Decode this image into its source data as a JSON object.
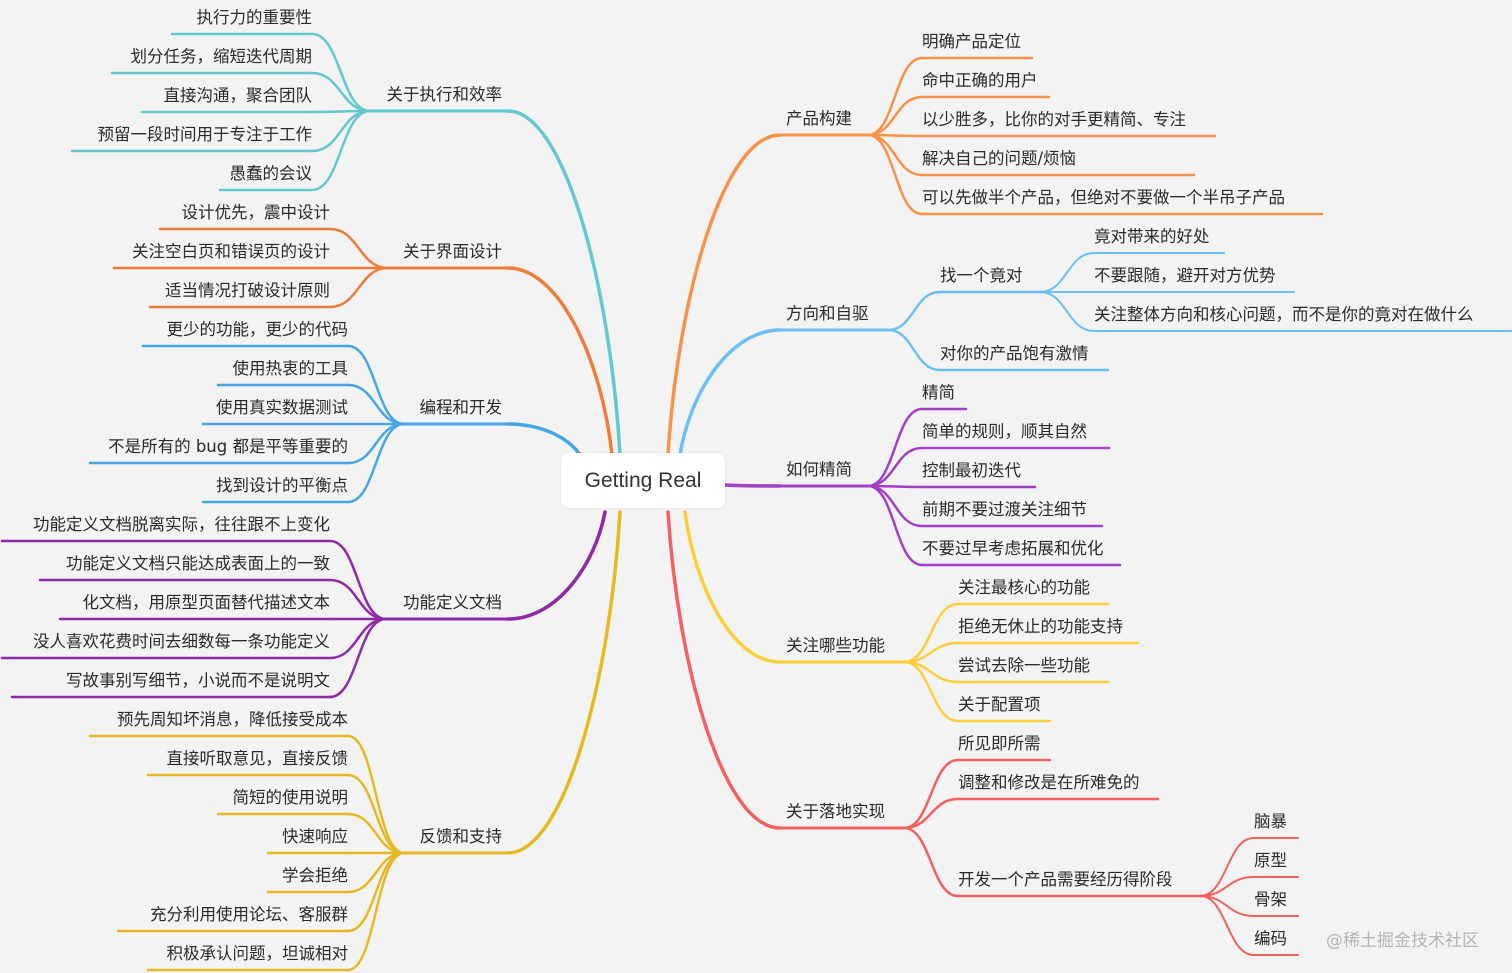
{
  "root": "Getting Real",
  "watermark": "@稀土掘金技术社区",
  "branches": [
    {
      "label": "产品构建",
      "color": "#f7924b",
      "children": [
        {
          "label": "明确产品定位"
        },
        {
          "label": "命中正确的用户"
        },
        {
          "label": "以少胜多，比你的对手更精简、专注"
        },
        {
          "label": "解决自己的问题/烦恼"
        },
        {
          "label": "可以先做半个产品，但绝对不要做一个半吊子产品"
        }
      ]
    },
    {
      "label": "方向和自驱",
      "color": "#6cc0f5",
      "children": [
        {
          "label": "找一个竟对",
          "children": [
            {
              "label": "竟对带来的好处"
            },
            {
              "label": "不要跟随，避开对方优势"
            },
            {
              "label": "关注整体方向和核心问题，而不是你的竟对在做什么"
            }
          ]
        },
        {
          "label": "对你的产品饱有激情"
        }
      ]
    },
    {
      "label": "如何精简",
      "color": "#a23fc6",
      "children": [
        {
          "label": "精简"
        },
        {
          "label": "简单的规则，顺其自然"
        },
        {
          "label": "控制最初迭代"
        },
        {
          "label": "前期不要过渡关注细节"
        },
        {
          "label": "不要过早考虑拓展和优化"
        }
      ]
    },
    {
      "label": "关注哪些功能",
      "color": "#fbcf3b",
      "children": [
        {
          "label": "关注最核心的功能"
        },
        {
          "label": "拒绝无休止的功能支持"
        },
        {
          "label": "尝试去除一些功能"
        },
        {
          "label": "关于配置项"
        }
      ]
    },
    {
      "label": "关于落地实现",
      "color": "#f26060",
      "children": [
        {
          "label": "所见即所需"
        },
        {
          "label": "调整和修改是在所难免的"
        },
        {
          "label": "开发一个产品需要经历得阶段",
          "children": [
            {
              "label": "脑暴"
            },
            {
              "label": "原型"
            },
            {
              "label": "骨架"
            },
            {
              "label": "编码"
            }
          ]
        }
      ]
    },
    {
      "label": "关于执行和效率",
      "color": "#64c8cf",
      "children": [
        {
          "label": "执行力的重要性"
        },
        {
          "label": "划分任务，缩短迭代周期"
        },
        {
          "label": "直接沟通，聚合团队"
        },
        {
          "label": "预留一段时间用于专注于工作"
        },
        {
          "label": "愚蠢的会议"
        }
      ]
    },
    {
      "label": "关于界面设计",
      "color": "#ee7d3a",
      "children": [
        {
          "label": "设计优先，震中设计"
        },
        {
          "label": "关注空白页和错误页的设计"
        },
        {
          "label": "适当情况打破设计原则"
        }
      ]
    },
    {
      "label": "编程和开发",
      "color": "#46a6e4",
      "children": [
        {
          "label": "更少的功能，更少的代码"
        },
        {
          "label": "使用热衷的工具"
        },
        {
          "label": "使用真实数据测试"
        },
        {
          "label": "不是所有的 bug 都是平等重要的"
        },
        {
          "label": "找到设计的平衡点"
        }
      ]
    },
    {
      "label": "功能定义文档",
      "color": "#8e2aa6",
      "children": [
        {
          "label": "功能定义文档脱离实际，往往跟不上变化"
        },
        {
          "label": "功能定义文档只能达成表面上的一致"
        },
        {
          "label": "化文档，用原型页面替代描述文本"
        },
        {
          "label": "没人喜欢花费时间去细数每一条功能定义"
        },
        {
          "label": "写故事别写细节，小说而不是说明文"
        }
      ]
    },
    {
      "label": "反馈和支持",
      "color": "#e5b923",
      "children": [
        {
          "label": "预先周知坏消息，降低接受成本"
        },
        {
          "label": "直接听取意见，直接反馈"
        },
        {
          "label": "简短的使用说明"
        },
        {
          "label": "快速响应"
        },
        {
          "label": "学会拒绝"
        },
        {
          "label": "充分利用使用论坛、客服群"
        },
        {
          "label": "积极承认问题，坦诚相对"
        }
      ]
    }
  ]
}
